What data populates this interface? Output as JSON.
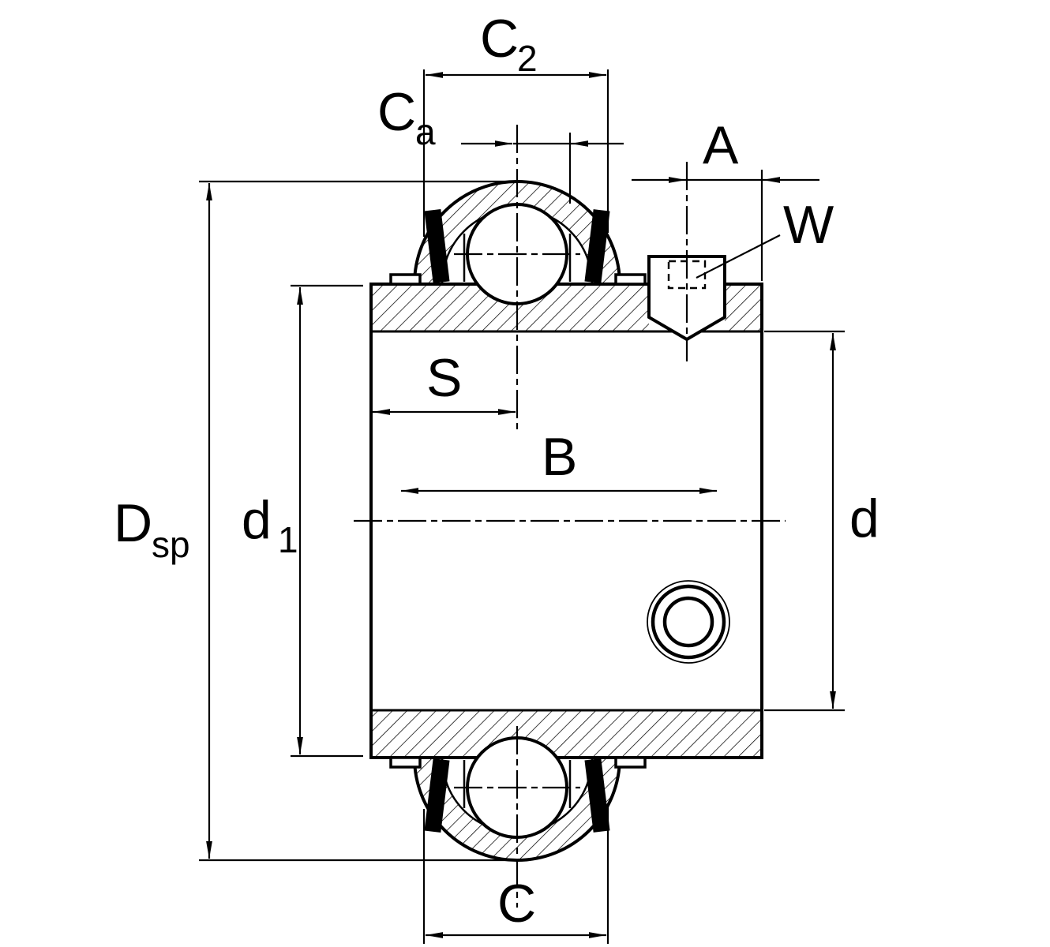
{
  "drawing": {
    "type": "bearing-insert-cross-section",
    "background": "#ffffff",
    "line_color": "#000000",
    "dimension_labels": {
      "c2": {
        "base": "C",
        "sub": "2"
      },
      "ca": {
        "base": "C",
        "sub": "a"
      },
      "a": {
        "text": "A"
      },
      "w": {
        "text": "W"
      },
      "s": {
        "text": "S"
      },
      "b": {
        "text": "B"
      },
      "d": {
        "text": "d"
      },
      "d1": {
        "base": "d",
        "sub": "1"
      },
      "dsp": {
        "base": "D",
        "sub": "sp"
      },
      "c": {
        "text": "C"
      }
    }
  }
}
